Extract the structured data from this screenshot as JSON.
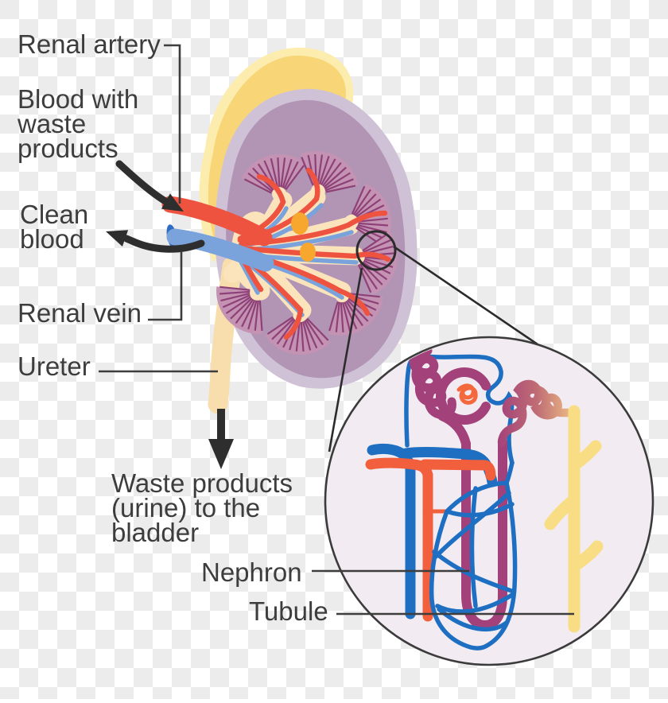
{
  "labels": {
    "renal_artery": "Renal artery",
    "blood_waste_line1": "Blood with",
    "blood_waste_line2": "waste",
    "blood_waste_line3": "products",
    "clean_blood_line1": "Clean",
    "clean_blood_line2": "blood",
    "renal_vein": "Renal vein",
    "ureter": "Ureter",
    "waste_line1": "Waste products",
    "waste_line2": "(urine) to the",
    "waste_line3": "bladder",
    "nephron": "Nephron",
    "tubule": "Tubule"
  },
  "colors": {
    "label_text": "#3d3d3d",
    "connector_line": "#3d3d3d",
    "arrow_black": "#2e2e2e",
    "checker_gray": "#ececec",
    "adrenal_outer": "#fcecae",
    "adrenal_inner": "#f8d677",
    "kidney_capsule": "#cfc2d7",
    "kidney_cortex": "#b294b5",
    "pyramid_fill": "#c493b4",
    "pyramid_stripe": "#8e4177",
    "renal_pelvis": "#fbe4bc",
    "calyx_dot": "#f7a72e",
    "artery_red": "#ee5340",
    "vein_blue": "#7aa3db",
    "vein_cap": "#2f6cc3",
    "ureter_tube": "#f8ddad",
    "lens_fill": "#f2ecf2",
    "lens_stroke": "#3b3b3b",
    "nephron_blue": "#1e6fc2",
    "nephron_orange": "#f15f3d",
    "nephron_purple": "#a3417b",
    "nephron_tan": "#df9f6e",
    "collecting_duct_yellow": "#f9dd85",
    "glomerulus_orange": "#f4683e"
  }
}
